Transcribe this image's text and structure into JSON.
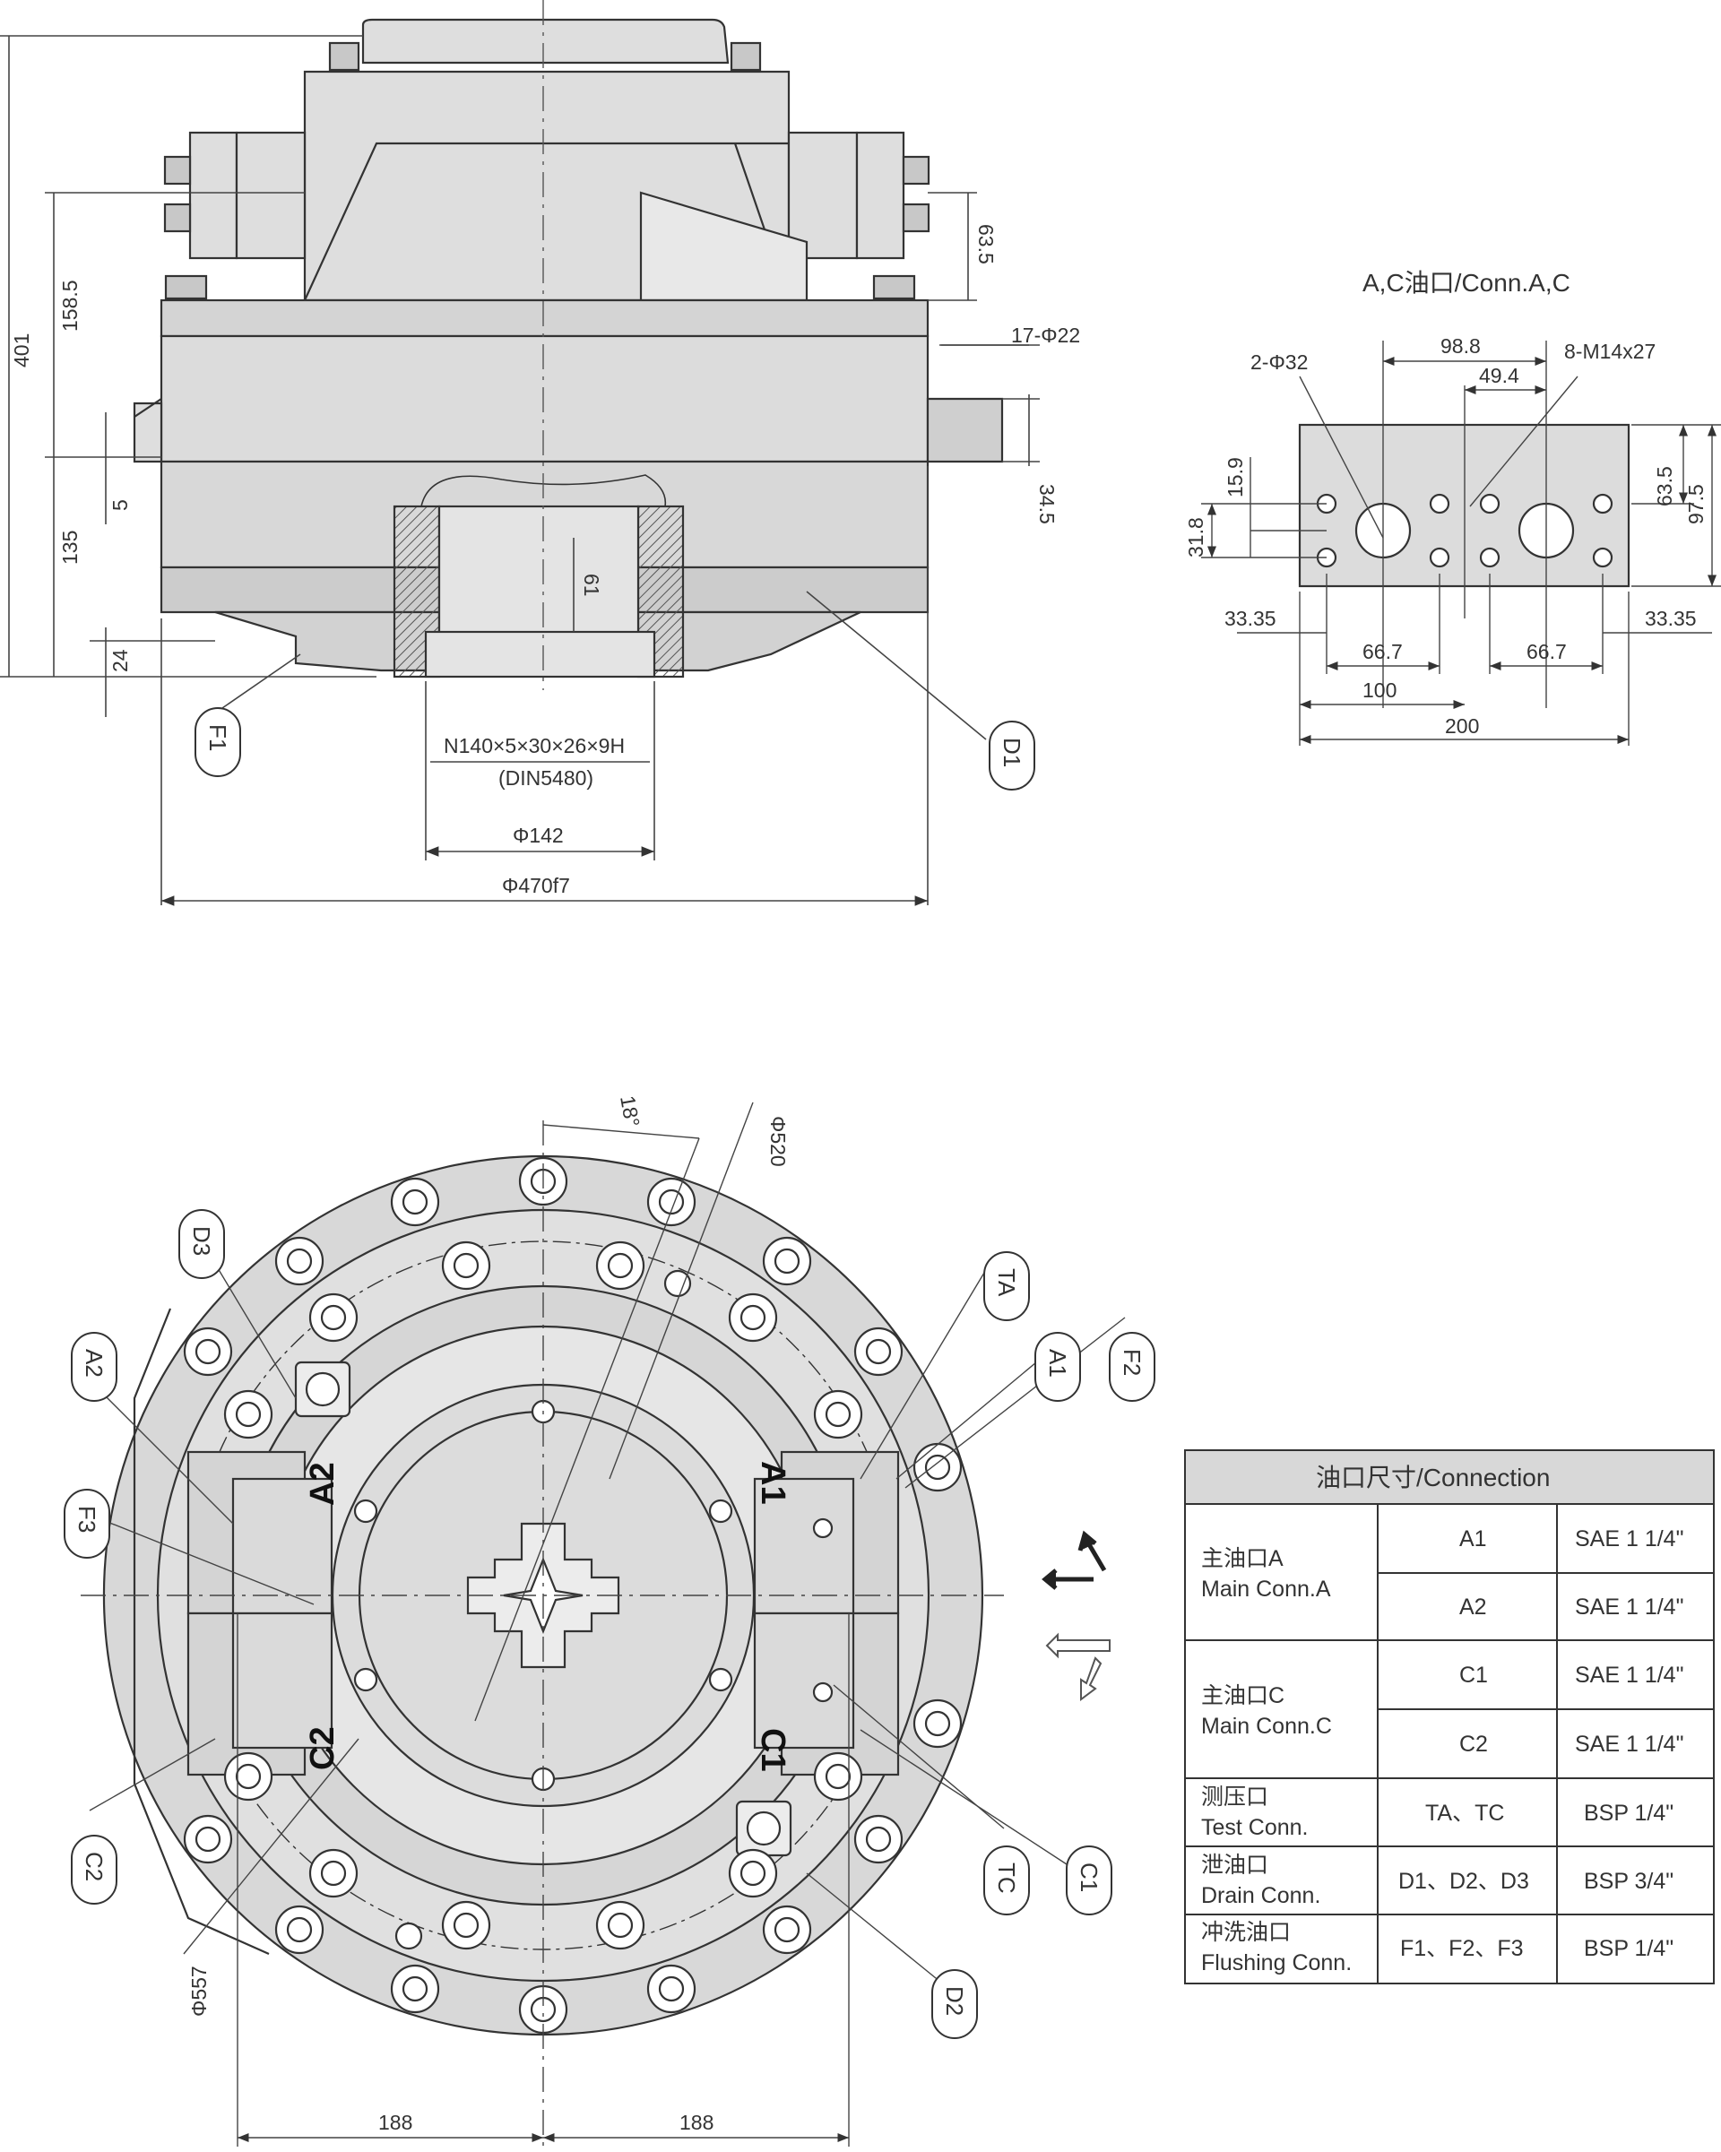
{
  "top_view": {
    "dims": {
      "overall_height": "401",
      "height_158": "158.5",
      "height_135": "135",
      "height_5": "5",
      "height_24": "24",
      "height_63": "63.5",
      "flange_holes": "17-Φ22",
      "height_34": "34.5",
      "bore_depth": "61",
      "spline": "N140×5×30×26×9H",
      "spline_std": "(DIN5480)",
      "bore_dia": "Φ142",
      "pilot_dia": "Φ470f7"
    },
    "callouts": {
      "f1": "F1",
      "d1": "D1"
    }
  },
  "port_detail": {
    "title": "A,C油口/Conn.A,C",
    "dims": {
      "holes": "2-Φ32",
      "d98": "98.8",
      "threads": "8-M14x27",
      "d49": "49.4",
      "d15": "15.9",
      "d31": "31.8",
      "d63": "63.5",
      "d97": "97.5",
      "d33l": "33.35",
      "d33r": "33.35",
      "d66l": "66.7",
      "d66r": "66.7",
      "d100": "100",
      "d200": "200"
    }
  },
  "front_view": {
    "dims": {
      "angle": "18°",
      "d520": "Φ520",
      "d557": "Φ557",
      "w188l": "188",
      "w188r": "188"
    },
    "callouts": {
      "d3": "D3",
      "ta": "TA",
      "a2": "A2",
      "a1": "A1",
      "f2": "F2",
      "f3": "F3",
      "c2": "C2",
      "tc": "TC",
      "c1": "C1",
      "d2": "D2"
    },
    "port_labels": {
      "a2": "A2",
      "a1": "A1",
      "c2": "C2",
      "c1": "C1"
    }
  },
  "connection_table": {
    "title": "油口尺寸/Connection",
    "groups": [
      {
        "cn": "主油口A",
        "en": "Main Conn.A",
        "rows": [
          {
            "port": "A1",
            "size": "SAE 1 1/4\""
          },
          {
            "port": "A2",
            "size": "SAE 1 1/4\""
          }
        ]
      },
      {
        "cn": "主油口C",
        "en": "Main Conn.C",
        "rows": [
          {
            "port": "C1",
            "size": "SAE 1 1/4\""
          },
          {
            "port": "C2",
            "size": "SAE 1 1/4\""
          }
        ]
      },
      {
        "cn": "测压口",
        "en": "Test Conn.",
        "rows": [
          {
            "port": "TA、TC",
            "size": "BSP 1/4\""
          }
        ]
      },
      {
        "cn": "泄油口",
        "en": "Drain Conn.",
        "rows": [
          {
            "port": "D1、D2、D3",
            "size": "BSP 3/4\""
          }
        ]
      },
      {
        "cn": "冲洗油口",
        "en": "Flushing Conn.",
        "rows": [
          {
            "port": "F1、F2、F3",
            "size": "BSP 1/4\""
          }
        ]
      }
    ]
  }
}
